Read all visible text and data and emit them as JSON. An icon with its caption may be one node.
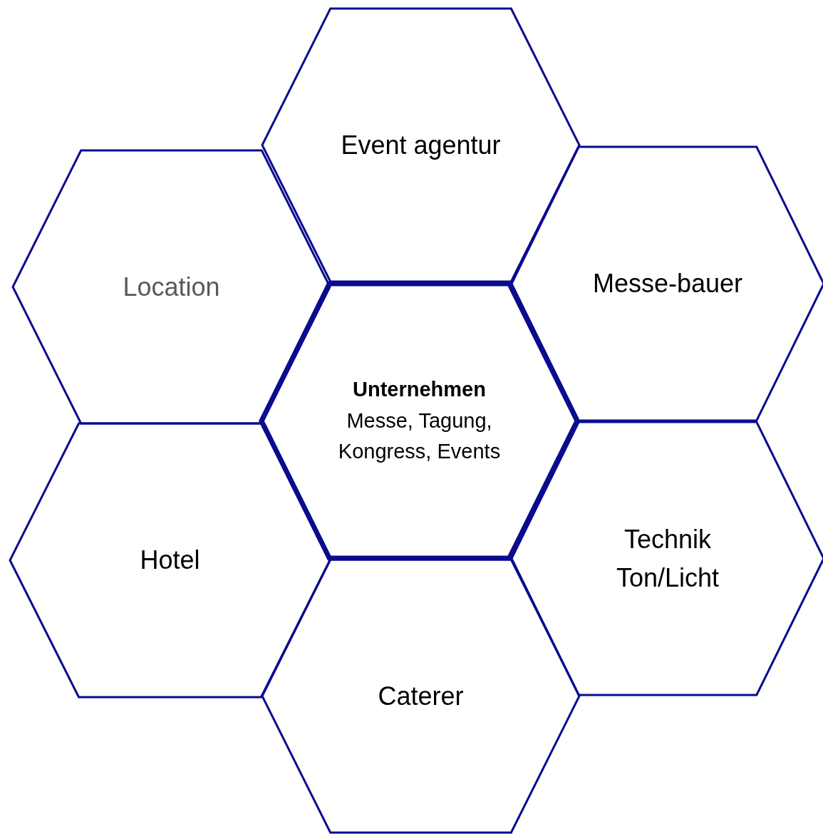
{
  "diagram": {
    "nodes": [
      {
        "text": [
          "Event agentur"
        ]
      },
      {
        "text": [
          "Location"
        ]
      },
      {
        "text": [
          "Messe-bauer"
        ]
      },
      {
        "text": [
          "Unternehmen",
          "Messe, Tagung, Kongress, Events"
        ]
      },
      {
        "text": [
          "Hotel"
        ]
      },
      {
        "text": [
          "Technik Ton/Licht"
        ]
      },
      {
        "text": [
          "Caterer"
        ]
      }
    ]
  }
}
